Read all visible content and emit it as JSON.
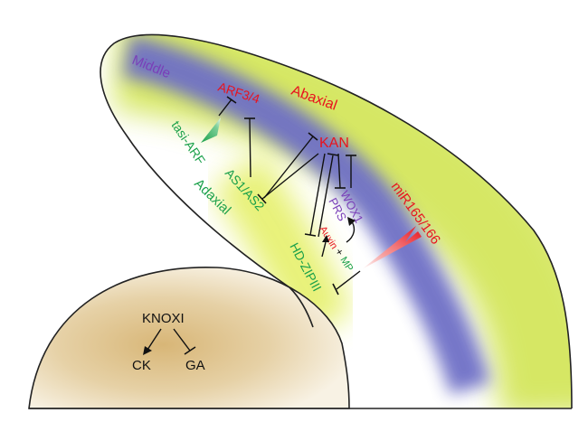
{
  "labels": {
    "middle": "Middle",
    "abaxial": "Abaxial",
    "adaxial": "Adaxial",
    "arf34": "ARF3/4",
    "tasi_arf": "tasi-ARF",
    "as1_as2": "AS1/AS2",
    "kan": "KAN",
    "wox1": "WOX1",
    "prs": "PRS",
    "mir165": "miR165/166",
    "auxin": "Auxin",
    "plus": "+",
    "mp": "MP",
    "hd_zip": "HD-ZIPIII",
    "knoxi": "KNOXI",
    "ck": "CK",
    "ga": "GA"
  },
  "colors": {
    "red": "#e8141e",
    "green": "#1aa04a",
    "purple": "#7a3fb8",
    "black": "#111111",
    "leaf_blue": "#6f72c8",
    "leaf_yellow": "#d6ea3c",
    "meristem": "#d9b979"
  }
}
